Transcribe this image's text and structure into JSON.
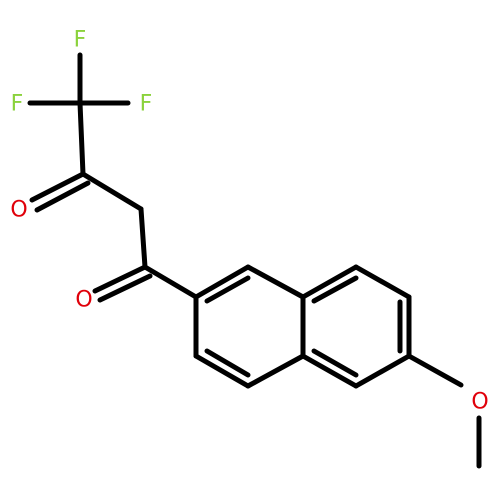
{
  "structure": {
    "atoms": [
      {
        "id": "F1",
        "symbol": "F",
        "color": "#8bd23c"
      },
      {
        "id": "F2",
        "symbol": "F",
        "color": "#8bd23c"
      },
      {
        "id": "F3",
        "symbol": "F",
        "color": "#8bd23c"
      },
      {
        "id": "O1",
        "symbol": "O",
        "color": "#e0000a"
      },
      {
        "id": "O2",
        "symbol": "O",
        "color": "#e0000a"
      },
      {
        "id": "O3",
        "symbol": "O",
        "color": "#e0000a"
      }
    ],
    "bond_color": "#000000"
  }
}
